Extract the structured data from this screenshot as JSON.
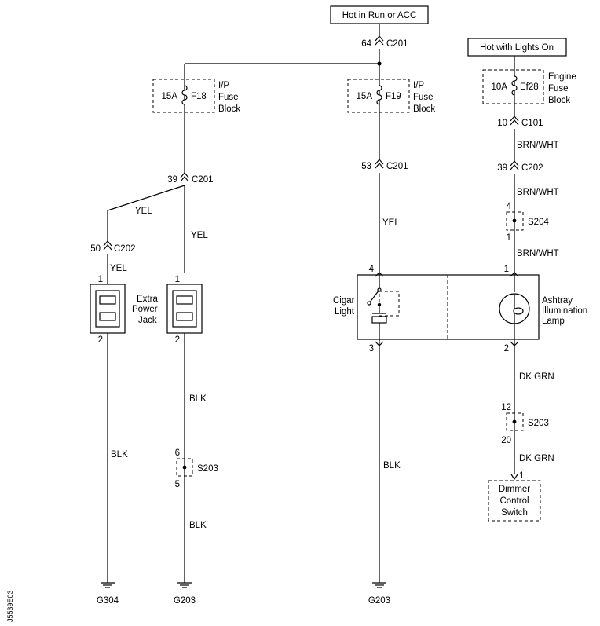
{
  "power": {
    "hot_run_acc": "Hot in Run or ACC",
    "hot_lights_on": "Hot with Lights On"
  },
  "connectors": {
    "c201_top_pin": "64",
    "c201_top": "C201",
    "c201_left_pin": "39",
    "c201_left": "C201",
    "c202_left_pin": "50",
    "c202_left": "C202",
    "c201_mid_pin": "53",
    "c201_mid": "C201",
    "c101_pin": "10",
    "c101": "C101",
    "c202_right_pin": "39",
    "c202_right": "C202"
  },
  "fuses": {
    "f18": {
      "rating": "15A",
      "id": "F18",
      "block": [
        "I/P",
        "Fuse",
        "Block"
      ]
    },
    "f19": {
      "rating": "15A",
      "id": "F19",
      "block": [
        "I/P",
        "Fuse",
        "Block"
      ]
    },
    "ef28": {
      "rating": "10A",
      "id": "Ef28",
      "block": [
        "Engine",
        "Fuse",
        "Block"
      ]
    }
  },
  "wires": {
    "yel_branch": "YEL",
    "yel_left_mid": "YEL",
    "yel_left_lower": "YEL",
    "yel_mid": "YEL",
    "brn_1": "BRN/WHT",
    "brn_2": "BRN/WHT",
    "brn_3": "BRN/WHT",
    "blk_a": "BLK",
    "blk_b": "BLK",
    "blk_c": "BLK",
    "blk_d": "BLK",
    "dkgrn_1": "DK GRN",
    "dkgrn_2": "DK GRN"
  },
  "splices": {
    "s204": {
      "id": "S204",
      "pin_top": "4",
      "pin_bot": "1"
    },
    "s203_left": {
      "id": "S203",
      "pin_top": "6",
      "pin_bot": "5"
    },
    "s203_right": {
      "id": "S203",
      "pin_top": "12",
      "pin_bot": "20"
    }
  },
  "components": {
    "extra_power_jack": {
      "lines": [
        "Extra",
        "Power",
        "Jack"
      ],
      "pin_top": "1",
      "pin_bot": "2"
    },
    "jack2": {
      "pin_top": "1",
      "pin_bot": "2"
    },
    "cigar_light": {
      "lines": [
        "Cigar",
        "Light"
      ],
      "pin_top": "4",
      "pin_bot": "3"
    },
    "ashtray_lamp": {
      "lines": [
        "Ashtray",
        "Illumination",
        "Lamp"
      ],
      "pin_top": "1",
      "pin_bot": "2"
    },
    "dimmer_switch": {
      "lines": [
        "Dimmer",
        "Control",
        "Switch"
      ],
      "pin_top": "1"
    }
  },
  "grounds": {
    "g304": "G304",
    "g203_left": "G203",
    "g203_mid": "G203"
  },
  "figure_code": "J5539E03"
}
